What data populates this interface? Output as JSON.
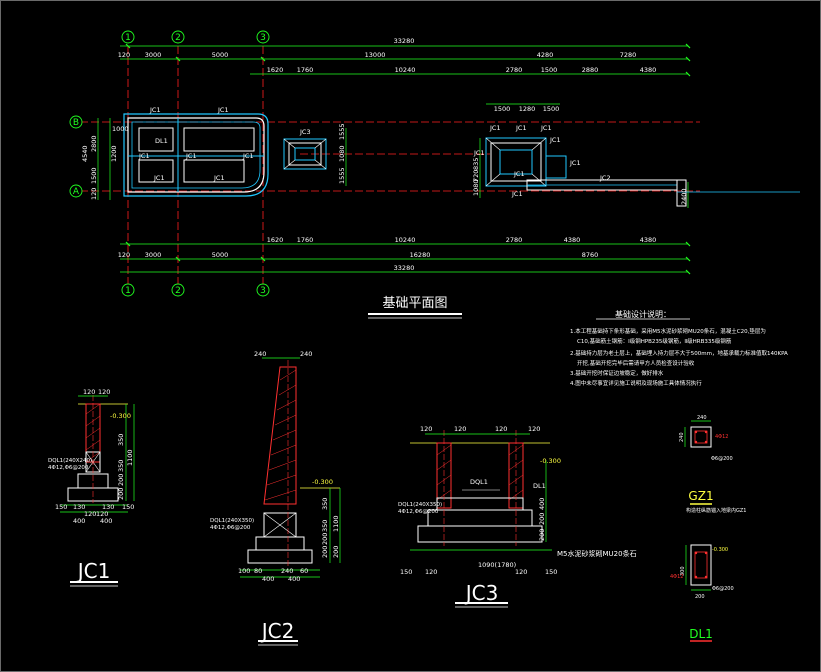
{
  "plan": {
    "title": "基础平面图",
    "axes": [
      "1",
      "2",
      "3"
    ],
    "rows": [
      "B",
      "A"
    ],
    "top_dims": {
      "total": "33280",
      "row1": [
        "120",
        "3000",
        "5000",
        "13000",
        "4280",
        "7280"
      ],
      "row2": [
        "1620",
        "1760",
        "10240",
        "2780",
        "1500",
        "2880",
        "4380"
      ],
      "right": [
        "1500",
        "1280",
        "1500"
      ]
    },
    "bottom_dims": {
      "total": "33280",
      "row1": [
        "1620",
        "1760",
        "10240",
        "2780",
        "4380",
        "4380"
      ],
      "row2": [
        "120",
        "3000",
        "5000",
        "16280",
        "8760"
      ]
    },
    "left_dims": [
      "1000",
      "2800",
      "4540",
      "1500",
      "1200",
      "120"
    ],
    "mid_dims": [
      "1555",
      "1080",
      "1555"
    ],
    "right_dims": [
      "835",
      "720",
      "1080"
    ],
    "end_dim": "2400",
    "labels": {
      "jc1": "JC1",
      "jc2": "JC2",
      "jc3": "JC3",
      "dl1": "DL1",
      "gz1": "GZ1",
      "jc1_count": "JC1"
    }
  },
  "notes": {
    "title": "基础设计说明：",
    "items": [
      "1.本工程基础持下条形基础，采用M5水泥砂浆砌MU20条石，混凝土C20,垫层为",
      "C10,基础筋土钢筋：I级钢HPB235级钢筋，Ⅱ级HRB335级钢筋",
      "2.基础持力层为老土层上，基础埋入持力层不大于500mm，地基承载力标准值取140KPA",
      "开挖,基础开挖完毕后需请甲方人员检查设计验收",
      "3.基础开挖时保证边坡稳定，做好排水",
      "4.图中未尽事宜详见施工说明及现场施工具体情况执行"
    ]
  },
  "jc1": {
    "title": "JC1",
    "dims": [
      "120",
      "120",
      "-0.300",
      "350",
      "350",
      "1100",
      "200",
      "200",
      "150",
      "130",
      "130",
      "150",
      "120",
      "120",
      "400",
      "400"
    ],
    "dql": "DQL1(240X240)",
    "dql2": "4Φ12,Φ6@200"
  },
  "jc2": {
    "title": "JC2",
    "dims": [
      "240",
      "240",
      "-0.300",
      "350",
      "350",
      "1100",
      "200",
      "200",
      "200",
      "100",
      "80",
      "240",
      "60",
      "400",
      "400"
    ],
    "dql": "DQL1(240X350)",
    "dql2": "4Φ12,Φ6@200"
  },
  "jc3": {
    "title": "JC3",
    "dims": [
      "120",
      "120",
      "120",
      "120",
      "-0.300",
      "400",
      "200",
      "200",
      "150",
      "120",
      "1090(1780)",
      "120",
      "150"
    ],
    "dql": "DQL1(240X350)",
    "dql2": "4Φ12,Φ6@200",
    "dql_label": "DQL1",
    "dl_label": "DL1",
    "mat": "M5水泥砂浆砌MU20条石"
  },
  "gz1": {
    "title": "GZ1",
    "dims": [
      "240",
      "240",
      "4Φ12",
      "Φ6@200"
    ],
    "note": "构造柱纵筋锚入地梁内GZ1"
  },
  "dl1": {
    "title": "DL1",
    "dims": [
      "-0.300",
      "300",
      "200",
      "4Φ12",
      "Φ6@200"
    ]
  }
}
